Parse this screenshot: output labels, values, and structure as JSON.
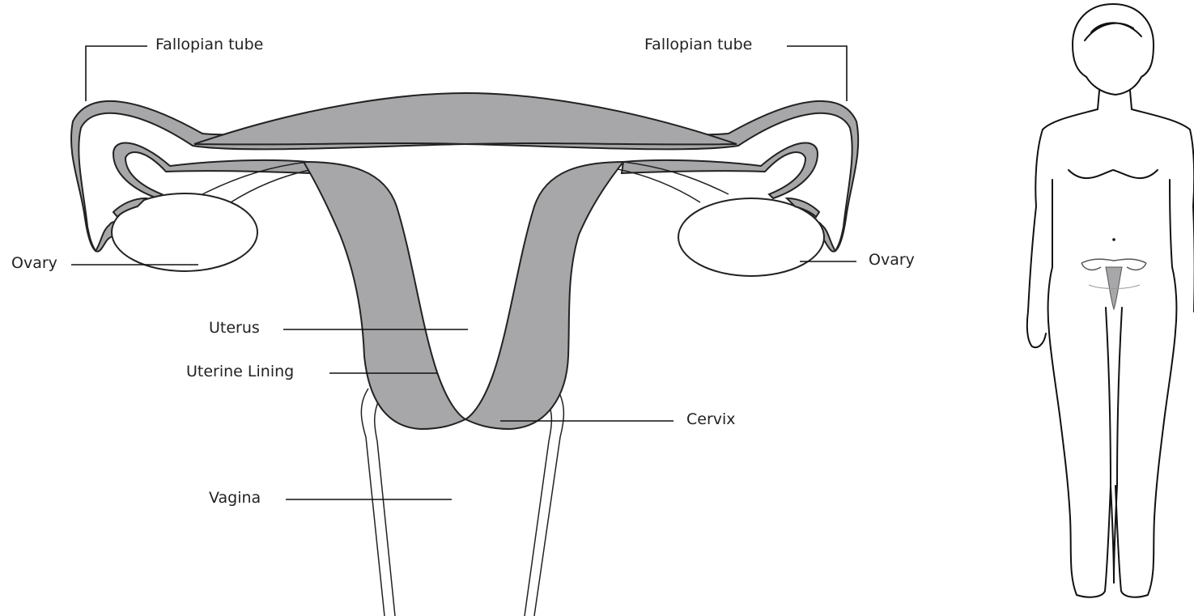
{
  "labels": {
    "fallopian_tube_left": "Fallopian tube",
    "fallopian_tube_right": "Fallopian tube",
    "ovary_left": "Ovary",
    "ovary_right": "Ovary",
    "uterus": "Uterus",
    "uterine_lining": "Uterine Lining",
    "cervix": "Cervix",
    "vagina": "Vagina"
  },
  "colors": {
    "tissue_fill": "#a7a7a9",
    "outline": "#222222",
    "background": "#ffffff"
  }
}
